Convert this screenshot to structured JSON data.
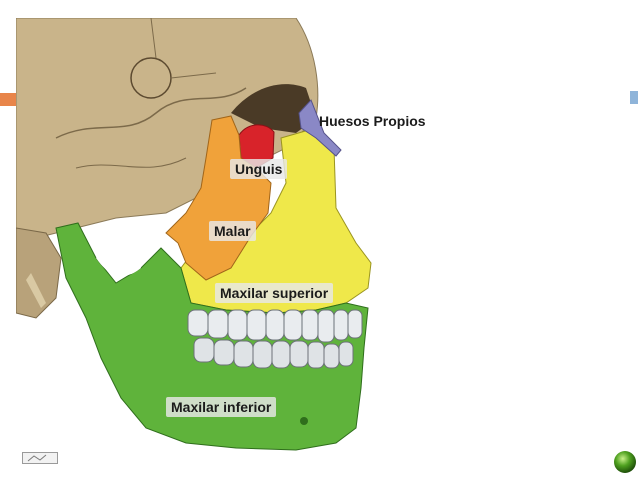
{
  "labels": {
    "huesos_propios": "Huesos Propios",
    "unguis": "Unguis",
    "malar": "Malar",
    "maxilar_superior": "Maxilar superior",
    "maxilar_inferior": "Maxilar inferior"
  },
  "colors": {
    "skull": "#c9b48a",
    "huesos_propios": "#8a88c6",
    "unguis": "#d8232a",
    "malar": "#f0a23a",
    "maxilar_superior": "#efe84a",
    "maxilar_inferior": "#5fb33b",
    "teeth": "#e9ecef"
  },
  "icons": {
    "nav": "green-orb-icon",
    "thumbnail": "slide-thumbnail-icon"
  }
}
